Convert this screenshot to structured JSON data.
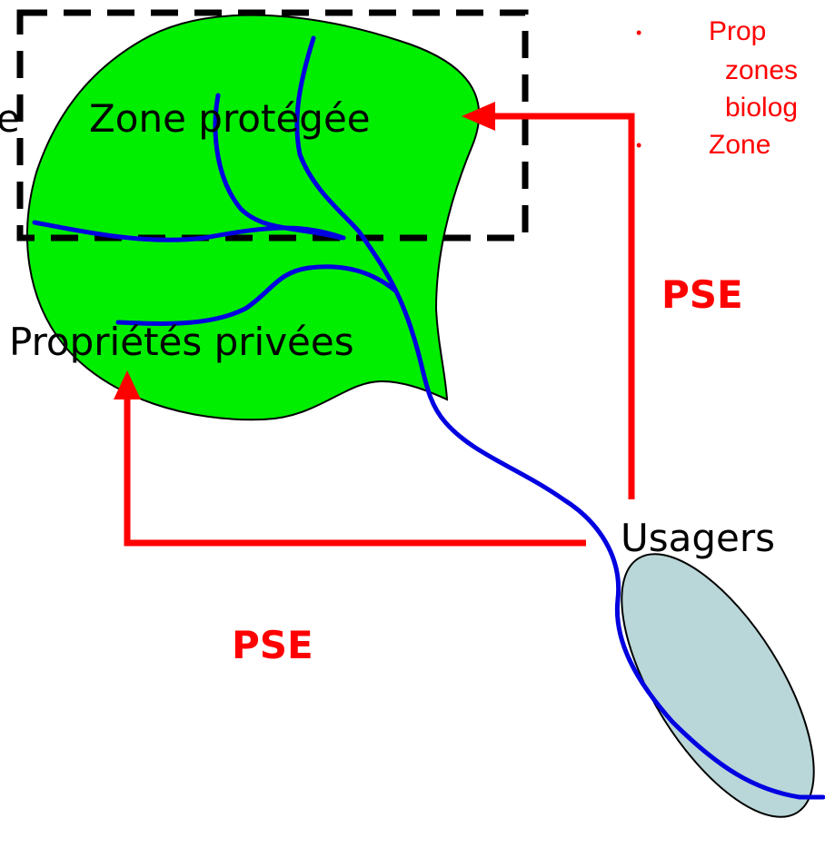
{
  "labels": {
    "protected_zone": "Zone protégée",
    "private_properties": "Propriétés privées",
    "users": "Usagers",
    "cut_left_fragment": "e"
  },
  "pse_labels": {
    "right": "PSE",
    "bottom": "PSE"
  },
  "bullet_text": {
    "bullet_1_line_1": "Prop",
    "bullet_1_line_2": "zones",
    "bullet_1_line_3": "biolog",
    "bullet_2_line_1": "Zone",
    "bullet_glyph": "•"
  },
  "colors": {
    "land": "#00ee00",
    "river": "#0000e0",
    "arrow": "#ff0000",
    "dashed_box": "#000000",
    "lake": "#b9d6d8",
    "pse_text": "#ff0000",
    "bullet_text": "#ff0000"
  }
}
